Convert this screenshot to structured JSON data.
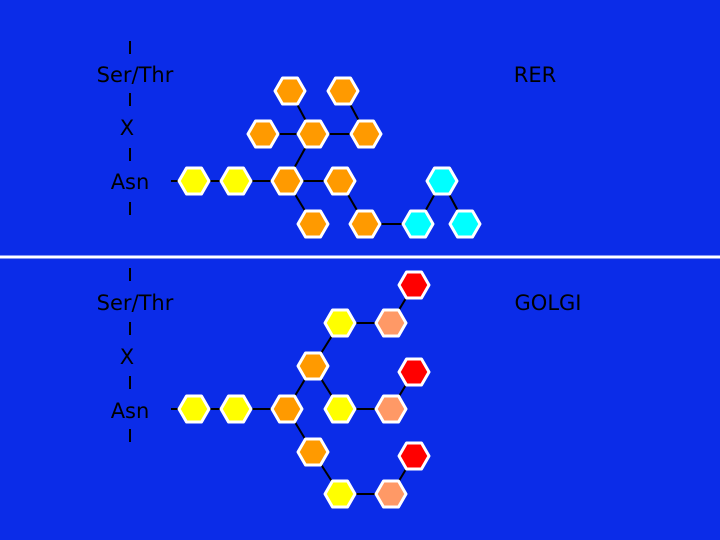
{
  "slide": {
    "background": "#0b2ce8",
    "divider_color": "#ffffff"
  },
  "colors": {
    "yellow": "#ffff00",
    "orange": "#ff9a00",
    "light_orange": "#ff9966",
    "red": "#ff0000",
    "cyan": "#00ffff",
    "outline": "#ffffff"
  },
  "panels": [
    {
      "label": "RER",
      "sequence": [
        "Ser/Thr",
        "X",
        "Asn"
      ],
      "residues": [
        {
          "id": "r1",
          "color": "yellow"
        },
        {
          "id": "r2",
          "color": "yellow"
        },
        {
          "id": "r3",
          "color": "orange"
        },
        {
          "id": "r4",
          "color": "orange"
        },
        {
          "id": "r5",
          "color": "cyan"
        },
        {
          "id": "r6",
          "color": "orange"
        },
        {
          "id": "r7",
          "color": "orange"
        },
        {
          "id": "r8",
          "color": "cyan"
        },
        {
          "id": "r9",
          "color": "cyan"
        },
        {
          "id": "r10",
          "color": "orange"
        },
        {
          "id": "r11",
          "color": "orange"
        },
        {
          "id": "r12",
          "color": "orange"
        },
        {
          "id": "r13",
          "color": "orange"
        },
        {
          "id": "r14",
          "color": "orange"
        }
      ]
    },
    {
      "label": "GOLGI",
      "sequence": [
        "Ser/Thr",
        "X",
        "Asn"
      ],
      "residues": [
        {
          "id": "g1",
          "color": "yellow"
        },
        {
          "id": "g2",
          "color": "yellow"
        },
        {
          "id": "g3",
          "color": "orange"
        },
        {
          "id": "g4",
          "color": "yellow"
        },
        {
          "id": "g5",
          "color": "light_orange"
        },
        {
          "id": "g6",
          "color": "red"
        },
        {
          "id": "g7",
          "color": "orange"
        },
        {
          "id": "g8",
          "color": "yellow"
        },
        {
          "id": "g9",
          "color": "light_orange"
        },
        {
          "id": "g10",
          "color": "red"
        },
        {
          "id": "g11",
          "color": "orange"
        },
        {
          "id": "g12",
          "color": "yellow"
        },
        {
          "id": "g13",
          "color": "light_orange"
        },
        {
          "id": "g14",
          "color": "red"
        }
      ]
    }
  ]
}
